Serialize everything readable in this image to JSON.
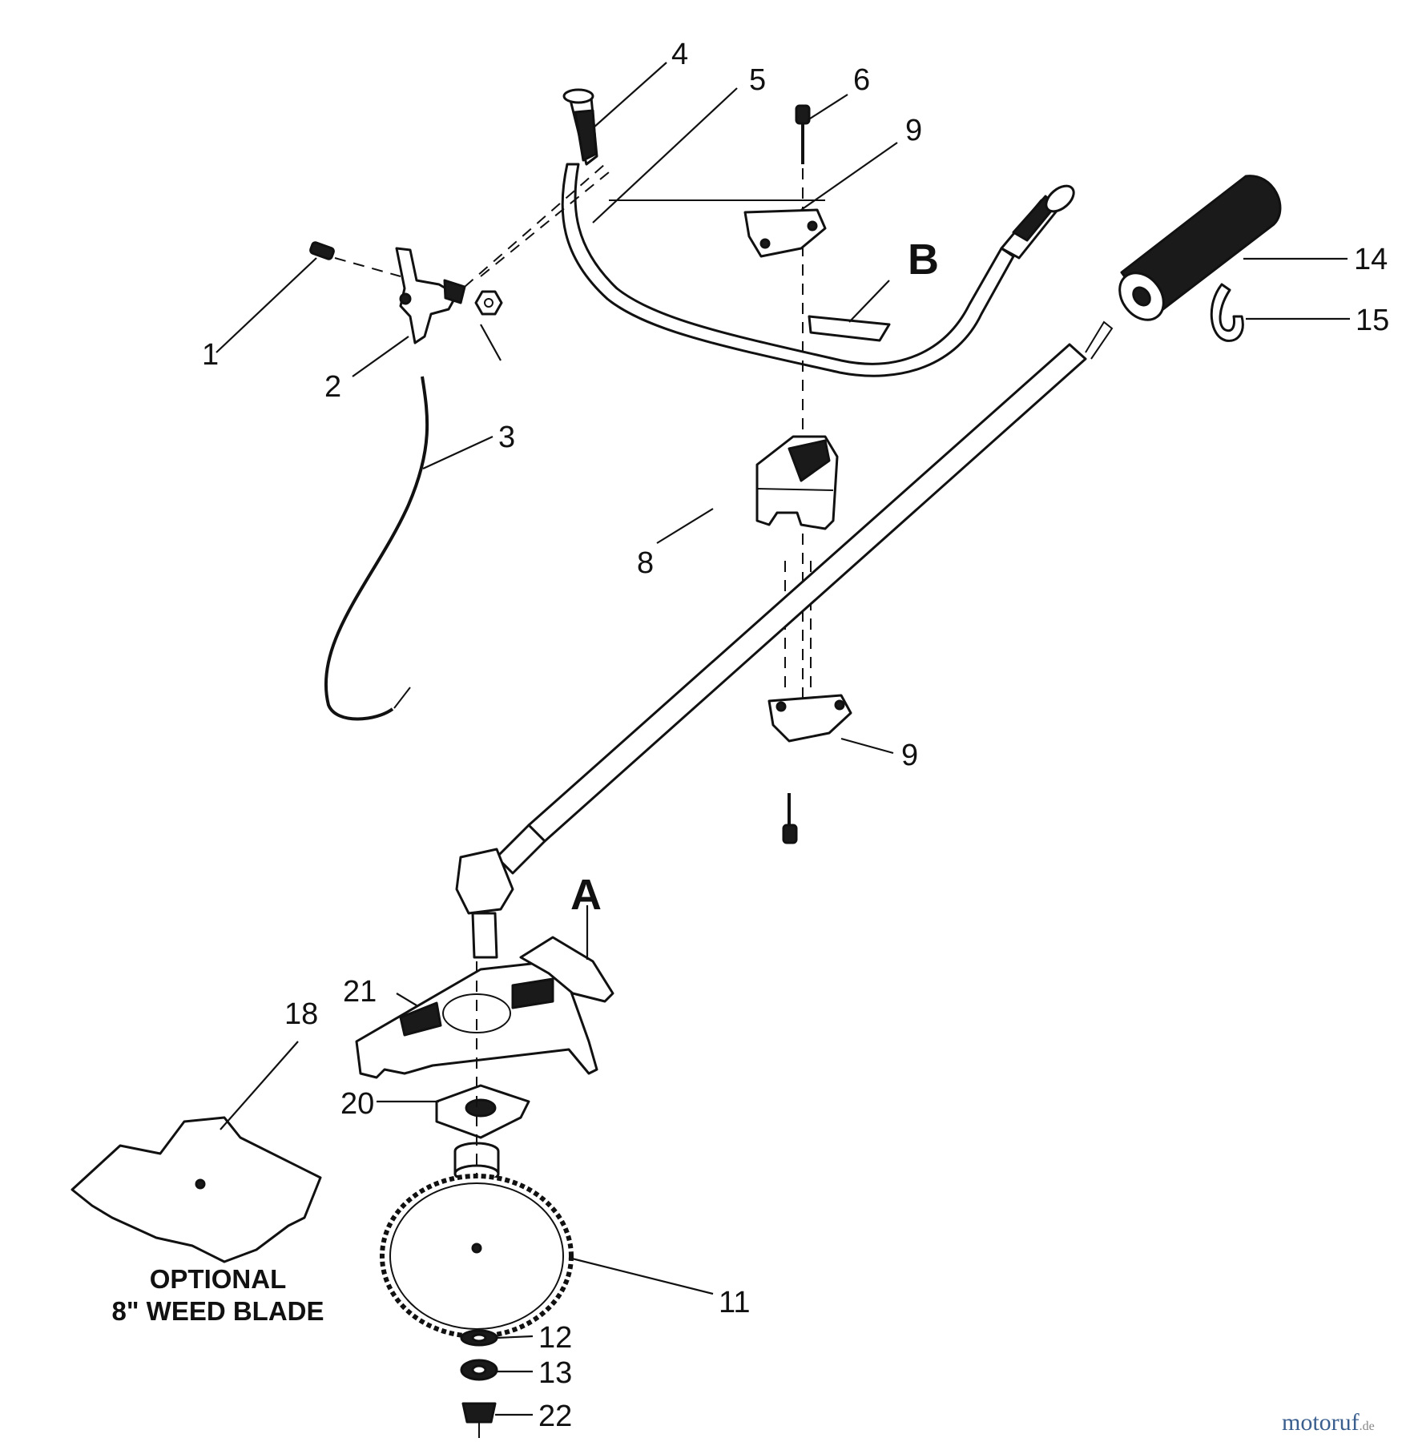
{
  "callouts": {
    "c1": "1",
    "c2": "2",
    "c3": "3",
    "c4": "4",
    "c5": "5",
    "c6": "6",
    "c8": "8",
    "c9a": "9",
    "c9b": "9",
    "c11": "11",
    "c12": "12",
    "c13": "13",
    "c14": "14",
    "c15": "15",
    "c18": "18",
    "c20": "20",
    "c21": "21",
    "c22": "22"
  },
  "reference_letters": {
    "a": "A",
    "b": "B"
  },
  "note": {
    "line1": "OPTIONAL",
    "line2": "8\" WEED BLADE"
  },
  "watermark": {
    "main": "motoruf",
    "suffix": ".de"
  },
  "colors": {
    "ink": "#111111",
    "paper": "#ffffff"
  }
}
